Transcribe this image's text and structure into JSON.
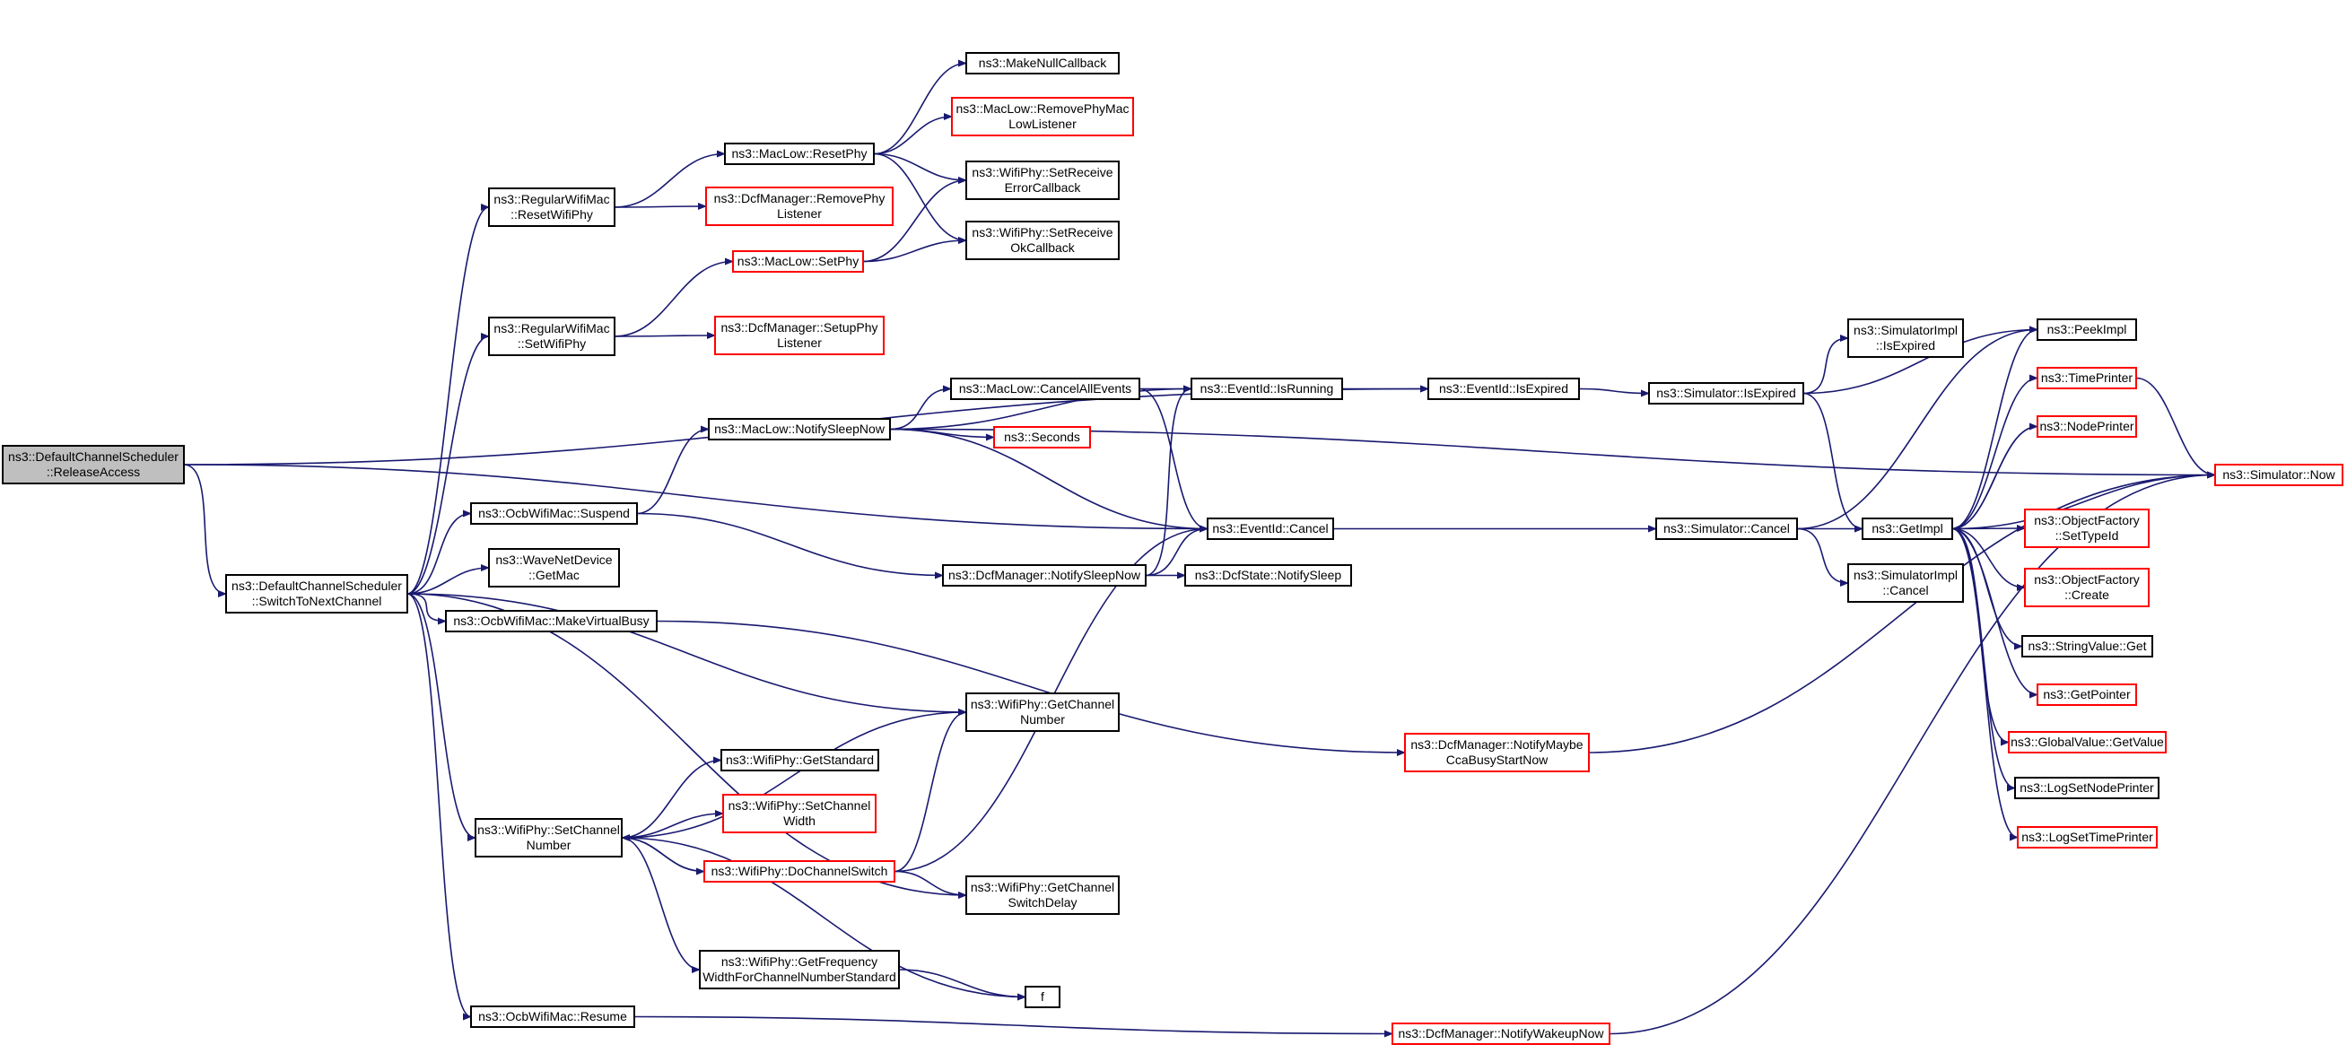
{
  "colors": {
    "edge": "#191970",
    "node_border_normal": "#000000",
    "node_border_truncated": "#ff0000",
    "root_fill": "#bfbfbf"
  },
  "nodes": [
    {
      "id": "release",
      "lines": [
        "ns3::DefaultChannelScheduler",
        "::ReleaseAccess"
      ],
      "style": "root"
    },
    {
      "id": "switch",
      "lines": [
        "ns3::DefaultChannelScheduler",
        "::SwitchToNextChannel"
      ],
      "style": "normal"
    },
    {
      "id": "resetwifiphy",
      "lines": [
        "ns3::RegularWifiMac",
        "::ResetWifiPhy"
      ],
      "style": "normal"
    },
    {
      "id": "setwifiphy",
      "lines": [
        "ns3::RegularWifiMac",
        "::SetWifiPhy"
      ],
      "style": "normal"
    },
    {
      "id": "suspend",
      "lines": [
        "ns3::OcbWifiMac::Suspend"
      ],
      "style": "normal"
    },
    {
      "id": "getmac",
      "lines": [
        "ns3::WaveNetDevice",
        "::GetMac"
      ],
      "style": "normal"
    },
    {
      "id": "makevirtualbusy",
      "lines": [
        "ns3::OcbWifiMac::MakeVirtualBusy"
      ],
      "style": "normal"
    },
    {
      "id": "setchannelnumber",
      "lines": [
        "ns3::WifiPhy::SetChannel",
        "Number"
      ],
      "style": "normal"
    },
    {
      "id": "resume",
      "lines": [
        "ns3::OcbWifiMac::Resume"
      ],
      "style": "normal"
    },
    {
      "id": "resetphy",
      "lines": [
        "ns3::MacLow::ResetPhy"
      ],
      "style": "normal"
    },
    {
      "id": "removephylistener",
      "lines": [
        "ns3::DcfManager::RemovePhy",
        "Listener"
      ],
      "style": "truncated"
    },
    {
      "id": "setphy",
      "lines": [
        "ns3::MacLow::SetPhy"
      ],
      "style": "truncated"
    },
    {
      "id": "setupphylistener",
      "lines": [
        "ns3::DcfManager::SetupPhy",
        "Listener"
      ],
      "style": "truncated"
    },
    {
      "id": "notifysleepnow",
      "lines": [
        "ns3::MacLow::NotifySleepNow"
      ],
      "style": "normal"
    },
    {
      "id": "dcfnotifysleepnow",
      "lines": [
        "ns3::DcfManager::NotifySleepNow"
      ],
      "style": "normal"
    },
    {
      "id": "getstandard",
      "lines": [
        "ns3::WifiPhy::GetStandard"
      ],
      "style": "normal"
    },
    {
      "id": "setchannelwidth",
      "lines": [
        "ns3::WifiPhy::SetChannel",
        "Width"
      ],
      "style": "truncated"
    },
    {
      "id": "dochannelswitch",
      "lines": [
        "ns3::WifiPhy::DoChannelSwitch"
      ],
      "style": "truncated"
    },
    {
      "id": "getfrequencywidth",
      "lines": [
        "ns3::WifiPhy::GetFrequency",
        "WidthForChannelNumberStandard"
      ],
      "style": "normal"
    },
    {
      "id": "makenullcallback",
      "lines": [
        "ns3::MakeNullCallback"
      ],
      "style": "normal"
    },
    {
      "id": "removephymaclowlistener",
      "lines": [
        "ns3::MacLow::RemovePhyMac",
        "LowListener"
      ],
      "style": "truncated"
    },
    {
      "id": "setreceiveerrorcallback",
      "lines": [
        "ns3::WifiPhy::SetReceive",
        "ErrorCallback"
      ],
      "style": "normal"
    },
    {
      "id": "setreceiveokcallback",
      "lines": [
        "ns3::WifiPhy::SetReceive",
        "OkCallback"
      ],
      "style": "normal"
    },
    {
      "id": "cancelallevents",
      "lines": [
        "ns3::MacLow::CancelAllEvents"
      ],
      "style": "normal"
    },
    {
      "id": "seconds",
      "lines": [
        "ns3::Seconds"
      ],
      "style": "truncated"
    },
    {
      "id": "getchannelnumber",
      "lines": [
        "ns3::WifiPhy::GetChannel",
        "Number"
      ],
      "style": "normal"
    },
    {
      "id": "getchannelswitchdelay",
      "lines": [
        "ns3::WifiPhy::GetChannel",
        "SwitchDelay"
      ],
      "style": "normal"
    },
    {
      "id": "f",
      "lines": [
        "f"
      ],
      "style": "normal"
    },
    {
      "id": "isrunning",
      "lines": [
        "ns3::EventId::IsRunning"
      ],
      "style": "normal"
    },
    {
      "id": "eventcancel",
      "lines": [
        "ns3::EventId::Cancel"
      ],
      "style": "normal"
    },
    {
      "id": "dcfstatenotifysleep",
      "lines": [
        "ns3::DcfState::NotifySleep"
      ],
      "style": "normal"
    },
    {
      "id": "notifymaybeccabusy",
      "lines": [
        "ns3::DcfManager::NotifyMaybe",
        "CcaBusyStartNow"
      ],
      "style": "truncated"
    },
    {
      "id": "notifywakeupnow",
      "lines": [
        "ns3::DcfManager::NotifyWakeupNow"
      ],
      "style": "truncated"
    },
    {
      "id": "isexpired",
      "lines": [
        "ns3::EventId::IsExpired"
      ],
      "style": "normal"
    },
    {
      "id": "simisexpired",
      "lines": [
        "ns3::Simulator::IsExpired"
      ],
      "style": "normal"
    },
    {
      "id": "simcancel",
      "lines": [
        "ns3::Simulator::Cancel"
      ],
      "style": "normal"
    },
    {
      "id": "simimplisexpired",
      "lines": [
        "ns3::SimulatorImpl",
        "::IsExpired"
      ],
      "style": "normal"
    },
    {
      "id": "simimplcancel",
      "lines": [
        "ns3::SimulatorImpl",
        "::Cancel"
      ],
      "style": "normal"
    },
    {
      "id": "getimpl",
      "lines": [
        "ns3::GetImpl"
      ],
      "style": "normal"
    },
    {
      "id": "peekimpl",
      "lines": [
        "ns3::PeekImpl"
      ],
      "style": "normal"
    },
    {
      "id": "timeprinter",
      "lines": [
        "ns3::TimePrinter"
      ],
      "style": "truncated"
    },
    {
      "id": "nodeprinter",
      "lines": [
        "ns3::NodePrinter"
      ],
      "style": "truncated"
    },
    {
      "id": "settypeid",
      "lines": [
        "ns3::ObjectFactory",
        "::SetTypeId"
      ],
      "style": "truncated"
    },
    {
      "id": "objfactorycreate",
      "lines": [
        "ns3::ObjectFactory",
        "::Create"
      ],
      "style": "truncated"
    },
    {
      "id": "stringvalueget",
      "lines": [
        "ns3::StringValue::Get"
      ],
      "style": "normal"
    },
    {
      "id": "getpointer",
      "lines": [
        "ns3::GetPointer"
      ],
      "style": "truncated"
    },
    {
      "id": "globalvaluegetvalue",
      "lines": [
        "ns3::GlobalValue::GetValue"
      ],
      "style": "truncated"
    },
    {
      "id": "logsetnodeprinter",
      "lines": [
        "ns3::LogSetNodePrinter"
      ],
      "style": "normal"
    },
    {
      "id": "logsettimeprinter",
      "lines": [
        "ns3::LogSetTimePrinter"
      ],
      "style": "truncated"
    },
    {
      "id": "simnow",
      "lines": [
        "ns3::Simulator::Now"
      ],
      "style": "truncated"
    }
  ],
  "edges": [
    [
      "release",
      "switch"
    ],
    [
      "release",
      "isexpired"
    ],
    [
      "release",
      "eventcancel"
    ],
    [
      "switch",
      "resetwifiphy"
    ],
    [
      "switch",
      "setwifiphy"
    ],
    [
      "switch",
      "suspend"
    ],
    [
      "switch",
      "getmac"
    ],
    [
      "switch",
      "makevirtualbusy"
    ],
    [
      "switch",
      "setchannelnumber"
    ],
    [
      "switch",
      "resume"
    ],
    [
      "switch",
      "getchannelnumber"
    ],
    [
      "switch",
      "getchannelswitchdelay"
    ],
    [
      "resetwifiphy",
      "resetphy"
    ],
    [
      "resetwifiphy",
      "removephylistener"
    ],
    [
      "setwifiphy",
      "setphy"
    ],
    [
      "setwifiphy",
      "setupphylistener"
    ],
    [
      "resetphy",
      "makenullcallback"
    ],
    [
      "resetphy",
      "removephymaclowlistener"
    ],
    [
      "resetphy",
      "setreceiveerrorcallback"
    ],
    [
      "resetphy",
      "setreceiveokcallback"
    ],
    [
      "setphy",
      "setreceiveerrorcallback"
    ],
    [
      "setphy",
      "setreceiveokcallback"
    ],
    [
      "suspend",
      "notifysleepnow"
    ],
    [
      "suspend",
      "dcfnotifysleepnow"
    ],
    [
      "notifysleepnow",
      "cancelallevents"
    ],
    [
      "notifysleepnow",
      "seconds"
    ],
    [
      "notifysleepnow",
      "isrunning"
    ],
    [
      "notifysleepnow",
      "eventcancel"
    ],
    [
      "notifysleepnow",
      "simnow"
    ],
    [
      "cancelallevents",
      "isrunning"
    ],
    [
      "cancelallevents",
      "eventcancel"
    ],
    [
      "dcfnotifysleepnow",
      "isrunning"
    ],
    [
      "dcfnotifysleepnow",
      "eventcancel"
    ],
    [
      "dcfnotifysleepnow",
      "dcfstatenotifysleep"
    ],
    [
      "makevirtualbusy",
      "notifymaybeccabusy"
    ],
    [
      "setchannelnumber",
      "getchannelnumber"
    ],
    [
      "setchannelnumber",
      "getstandard"
    ],
    [
      "setchannelnumber",
      "setchannelwidth"
    ],
    [
      "setchannelnumber",
      "dochannelswitch"
    ],
    [
      "setchannelnumber",
      "getfrequencywidth"
    ],
    [
      "setchannelnumber",
      "f"
    ],
    [
      "dochannelswitch",
      "setchannelnumber"
    ],
    [
      "dochannelswitch",
      "getchannelnumber"
    ],
    [
      "dochannelswitch",
      "eventcancel"
    ],
    [
      "dochannelswitch",
      "getchannelswitchdelay"
    ],
    [
      "getfrequencywidth",
      "f"
    ],
    [
      "resume",
      "notifywakeupnow"
    ],
    [
      "isrunning",
      "isexpired"
    ],
    [
      "isexpired",
      "simisexpired"
    ],
    [
      "simisexpired",
      "simimplisexpired"
    ],
    [
      "simisexpired",
      "peekimpl"
    ],
    [
      "simisexpired",
      "getimpl"
    ],
    [
      "eventcancel",
      "simcancel"
    ],
    [
      "simcancel",
      "getimpl"
    ],
    [
      "simcancel",
      "simimplcancel"
    ],
    [
      "simcancel",
      "peekimpl"
    ],
    [
      "getimpl",
      "peekimpl"
    ],
    [
      "getimpl",
      "timeprinter"
    ],
    [
      "getimpl",
      "nodeprinter"
    ],
    [
      "getimpl",
      "settypeid"
    ],
    [
      "getimpl",
      "objfactorycreate"
    ],
    [
      "getimpl",
      "stringvalueget"
    ],
    [
      "getimpl",
      "getpointer"
    ],
    [
      "getimpl",
      "globalvaluegetvalue"
    ],
    [
      "getimpl",
      "logsetnodeprinter"
    ],
    [
      "getimpl",
      "logsettimeprinter"
    ],
    [
      "getimpl",
      "simnow"
    ],
    [
      "timeprinter",
      "simnow"
    ],
    [
      "nodeprinter",
      "getimpl"
    ],
    [
      "notifymaybeccabusy",
      "simnow"
    ],
    [
      "notifywakeupnow",
      "simnow"
    ]
  ]
}
